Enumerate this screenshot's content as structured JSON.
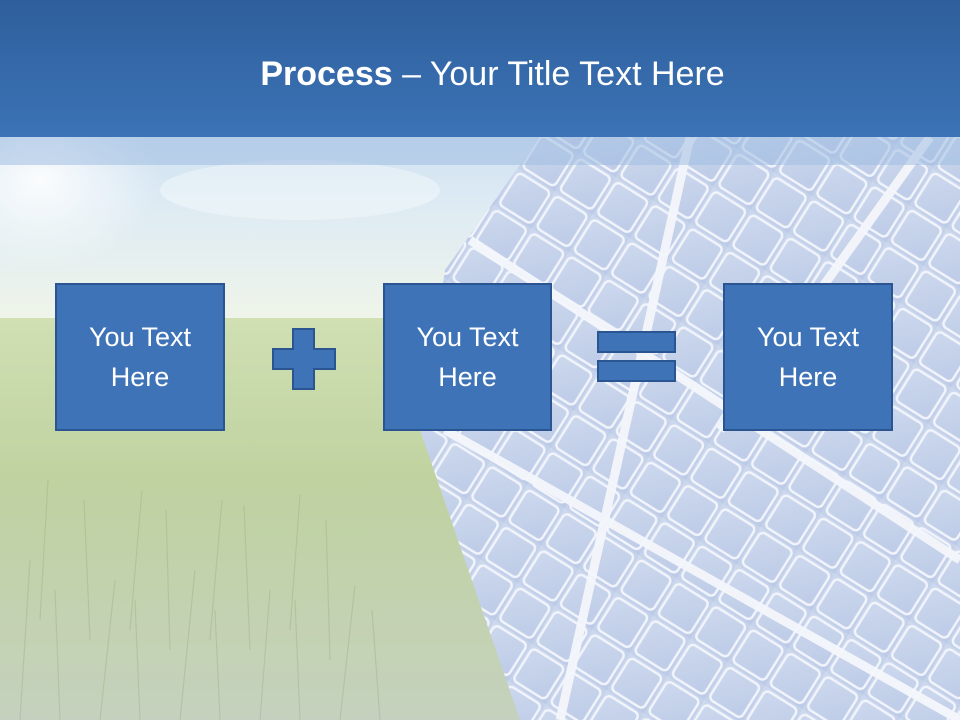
{
  "title": {
    "bold": "Process",
    "rest": " – Your Title Text Here"
  },
  "boxes": [
    {
      "text": "You Text Here"
    },
    {
      "text": "You Text Here"
    },
    {
      "text": "You Text Here"
    }
  ],
  "operators": {
    "first": "plus-icon",
    "second": "equals-icon"
  },
  "colors": {
    "title_bar": "#3b73b6",
    "box_fill": "#3f73b8",
    "box_border": "#2a5590",
    "text": "#ffffff"
  }
}
